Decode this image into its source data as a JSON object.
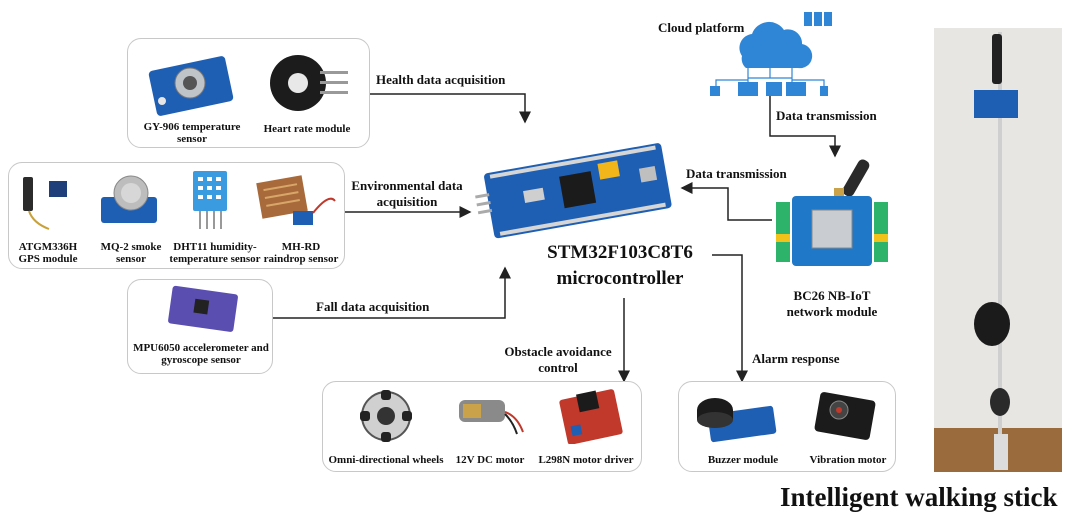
{
  "center": {
    "label_line1": "STM32F103C8T6",
    "label_line2": "microcontroller"
  },
  "health": {
    "edge_label": "Health data acquisition",
    "items": [
      "GY-906 temperature sensor",
      "Heart rate module"
    ]
  },
  "environmental": {
    "edge_label_line1": "Environmental data",
    "edge_label_line2": "acquisition",
    "items": [
      "ATGM336H GPS module",
      "MQ-2 smoke sensor",
      "DHT11 humidity-temperature sensor",
      "MH-RD raindrop sensor"
    ]
  },
  "fall": {
    "edge_label": "Fall data acquisition",
    "items": [
      "MPU6050 accelerometer and gyroscope sensor"
    ]
  },
  "obstacle": {
    "edge_label_line1": "Obstacle avoidance",
    "edge_label_line2": "control",
    "items": [
      "Omni-directional wheels",
      "12V DC motor",
      "L298N motor driver"
    ]
  },
  "alarm": {
    "edge_label": "Alarm response",
    "items": [
      "Buzzer module",
      "Vibration motor"
    ]
  },
  "network": {
    "label_line1": "BC26 NB-IoT",
    "label_line2": "network module",
    "edge_label_mcu": "Data transmission",
    "edge_label_cloud": "Data transmission"
  },
  "cloud": {
    "label": "Cloud platform"
  },
  "photo": {
    "caption": "Intelligent walking stick"
  },
  "colors": {
    "board_blue": "#1f5fb3",
    "line": "#222222",
    "box_border": "#c8c8c8"
  }
}
